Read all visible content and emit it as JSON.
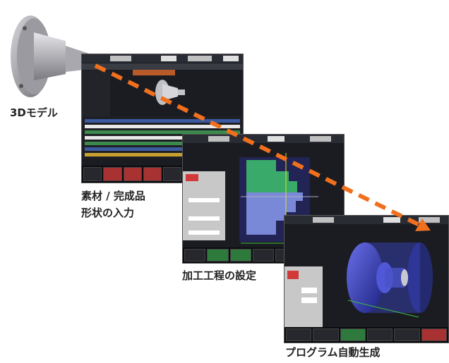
{
  "labels": {
    "model_3d": "3Dモデル",
    "input_line1": "素材 / 完成品",
    "input_line2": "形状の入力",
    "process_setting": "加工工程の設定",
    "auto_program": "プログラム自動生成"
  },
  "colors": {
    "arrow": "#f0701e",
    "process_green": "#3aaa6a",
    "process_blue": "#5a6ab8",
    "part_blue": "#3c44c8"
  },
  "icons": [
    "flange-part-3d",
    "dashed-flow-arrow"
  ]
}
